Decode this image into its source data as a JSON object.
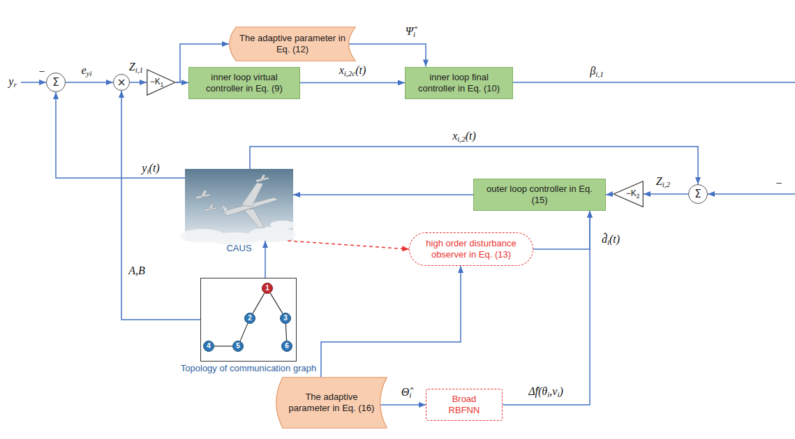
{
  "diagram": {
    "nodes": [
      {
        "text": [
          "Σ"
        ]
      },
      {
        "text": [
          "×"
        ]
      },
      {
        "text": [
          "−K1"
        ]
      },
      {
        "text": [
          "The adaptive parameter in Eq. (12)"
        ]
      },
      {
        "text": [
          "inner loop virtual controller in Eq. (9)"
        ]
      },
      {
        "text": [
          "inner loop final controller in Eq. (10)"
        ]
      },
      {
        "text": [
          "CAUS"
        ]
      },
      {
        "text": [
          "outer loop controller in Eq. (15)"
        ]
      },
      {
        "text": [
          "−K2"
        ]
      },
      {
        "text": [
          "Σ"
        ]
      },
      {
        "text": [
          "Topology of communication graph"
        ]
      },
      {
        "text": [
          "1"
        ],
        "in": 10
      },
      {
        "text": [
          "2"
        ],
        "in": 10
      },
      {
        "text": [
          "3"
        ],
        "in": 10
      },
      {
        "text": [
          "4"
        ],
        "in": 10
      },
      {
        "text": [
          "5"
        ],
        "in": 10
      },
      {
        "text": [
          "6"
        ],
        "in": 10
      },
      {
        "text": [
          "high order disturbance observer in Eq. (13)"
        ]
      },
      {
        "text": [
          "The adaptive parameter in Eq. (16)"
        ]
      },
      {
        "text": [
          "Broad RBFNN"
        ]
      }
    ],
    "edges": [
      {
        "from": 0,
        "to": 1,
        "arrow": "to",
        "label": "eyi"
      },
      {
        "from": 1,
        "to": 2,
        "arrow": "to",
        "label": "Zi,1"
      },
      {
        "from": 2,
        "to": 3,
        "arrow": "to"
      },
      {
        "from": 2,
        "to": 4,
        "arrow": "to"
      },
      {
        "from": 3,
        "to": 5,
        "arrow": "to",
        "label": "Ψ̂i"
      },
      {
        "from": 4,
        "to": 5,
        "arrow": "to",
        "label": "xi,2c(t)"
      },
      {
        "from": 6,
        "to": 0,
        "arrow": "to",
        "label": "yi(t)"
      },
      {
        "from": 10,
        "to": 1,
        "arrow": "to",
        "label": "A,B"
      },
      {
        "from": 10,
        "to": 6,
        "arrow": "to"
      },
      {
        "from": 6,
        "to": 9,
        "arrow": "to",
        "label": "xi,2(t)"
      },
      {
        "from": 9,
        "to": 8,
        "arrow": "to",
        "label": "Zi,2"
      },
      {
        "from": 8,
        "to": 7,
        "arrow": "to"
      },
      {
        "from": 7,
        "to": 6,
        "arrow": "to"
      },
      {
        "from": 6,
        "to": 17,
        "arrow": "to"
      },
      {
        "from": 17,
        "to": 7,
        "arrow": "to",
        "label": "d̂i(t)"
      },
      {
        "from": 18,
        "to": 17,
        "arrow": "to"
      },
      {
        "from": 18,
        "to": 19,
        "arrow": "to",
        "label": "Θ̂i"
      },
      {
        "from": 19,
        "to": 7,
        "arrow": "to",
        "label": "Δ̂f(θi,vi)"
      },
      {
        "from": 11,
        "to": 12,
        "arrow": "none"
      },
      {
        "from": 11,
        "to": 13,
        "arrow": "none"
      },
      {
        "from": 12,
        "to": 15,
        "arrow": "none"
      },
      {
        "from": 15,
        "to": 14,
        "arrow": "none"
      },
      {
        "from": 13,
        "to": 16,
        "arrow": "none"
      }
    ],
    "labels": [
      "yr",
      "−",
      "βi,1",
      "−"
    ]
  }
}
